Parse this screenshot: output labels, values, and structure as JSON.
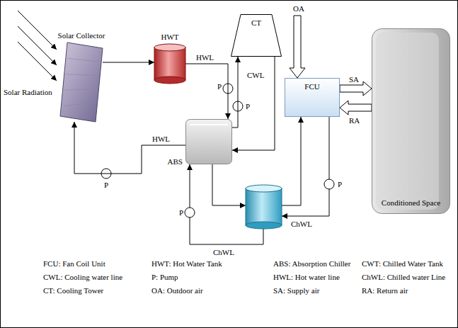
{
  "diagram": {
    "nodes": [
      {
        "text": [
          "Solar Collector"
        ]
      },
      {
        "text": [
          "HWT"
        ]
      },
      {
        "text": [
          "CT"
        ]
      },
      {
        "text": [
          "ABS"
        ]
      },
      {
        "text": [
          "FCU"
        ]
      },
      {
        "text": [
          "Conditioned Space"
        ]
      }
    ],
    "edges": [
      {
        "from": 0,
        "to": 1,
        "arrow": "to"
      },
      {
        "from": 1,
        "to": 3,
        "arrow": "to"
      },
      {
        "from": 3,
        "to": 0,
        "arrow": "to"
      },
      {
        "from": 3,
        "to": 2,
        "arrow": "to"
      },
      {
        "from": 2,
        "to": 3,
        "arrow": "to"
      },
      {
        "from": 4,
        "to": 5,
        "arrow": "to"
      },
      {
        "from": 5,
        "to": 4,
        "arrow": "to"
      }
    ],
    "labels": [
      "Solar Radiation",
      "HWL",
      "HWL",
      "CWL",
      "OA",
      "SA",
      "RA",
      "ChWL",
      "ChWL",
      "P",
      "P",
      "P",
      "P",
      "P",
      "FCU: Fan Coil Unit",
      "CWL: Cooling water line",
      "CT: Cooling Tower",
      "HWT: Hot Water Tank",
      "P: Pump",
      "OA: Outdoor air",
      "ABS: Absorption Chiller",
      "HWL: Hot water line",
      "SA: Supply air",
      "CWT: Chilled Water Tank",
      "ChWL: Chilled water Line",
      "RA: Return air"
    ]
  }
}
